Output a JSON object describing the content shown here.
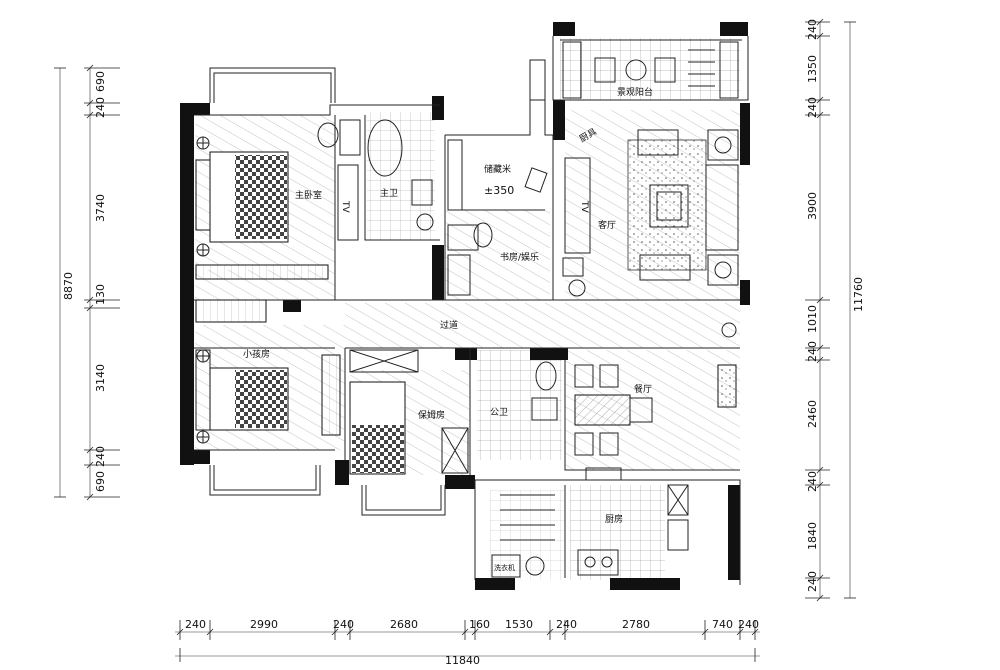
{
  "rooms": {
    "master_bedroom": "主卧室",
    "master_bath": "主卫",
    "storage": "储藏米",
    "level": "±350",
    "study": "书房/娱乐",
    "living": "客厅",
    "balcony": "景观阳台",
    "corridor": "过道",
    "kids_room": "小孩房",
    "nanny_room": "保姆房",
    "public_bath": "公卫",
    "dining": "餐厅",
    "kitchen": "厨房",
    "washer": "洗衣机",
    "tv": "TV",
    "tv2": "TV",
    "niche": "厨具"
  },
  "dims": {
    "bottom": [
      "240",
      "2990",
      "240",
      "2680",
      "160",
      "1530",
      "240",
      "2780",
      "740",
      "240"
    ],
    "bottom_total": "11840",
    "left_top": [
      "240",
      "690",
      "3740",
      "130",
      "3140",
      "240",
      "690"
    ],
    "left_total": "8870",
    "right": [
      "240",
      "1350",
      "240",
      "3900",
      "1010",
      "240",
      "2460",
      "240",
      "1840",
      "240"
    ],
    "right_total": "11760"
  }
}
